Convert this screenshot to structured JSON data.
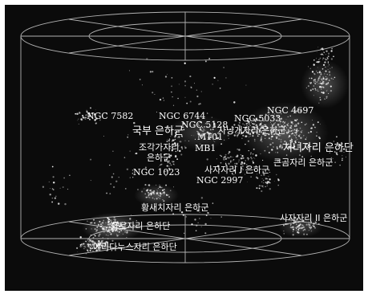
{
  "colors": {
    "background": "#0b0b0b",
    "frame": "#d0d0d0",
    "text": "#ffffff",
    "galaxy": "#f2f2f2"
  },
  "labels": {
    "ngc7582": "NGC 7582",
    "ngc6744": "NGC 6744",
    "ngc5128": "NGC 5128",
    "ngc5033": "NGC 5033",
    "ngc4697": "NGC 4697",
    "local_group": "국부 은하군",
    "m101": "M101",
    "hounds": "사냥개자리 은하군",
    "mb1": "MB1",
    "virgo": "처녀자리 은하단",
    "sculptor_1": "조각가자리",
    "sculptor_2": "은하군",
    "leo1": "사자자리 I 은하군",
    "ursa": "큰곰자리 은하군",
    "ngc1023": "NGC 1023",
    "ngc2997": "NGC 2997",
    "dorado": "황새치자리 은하군",
    "fornax": "화로자리 은하단",
    "leo2": "사자자리 II 은하군",
    "eridanus": "에리다누스자리 은하단"
  }
}
